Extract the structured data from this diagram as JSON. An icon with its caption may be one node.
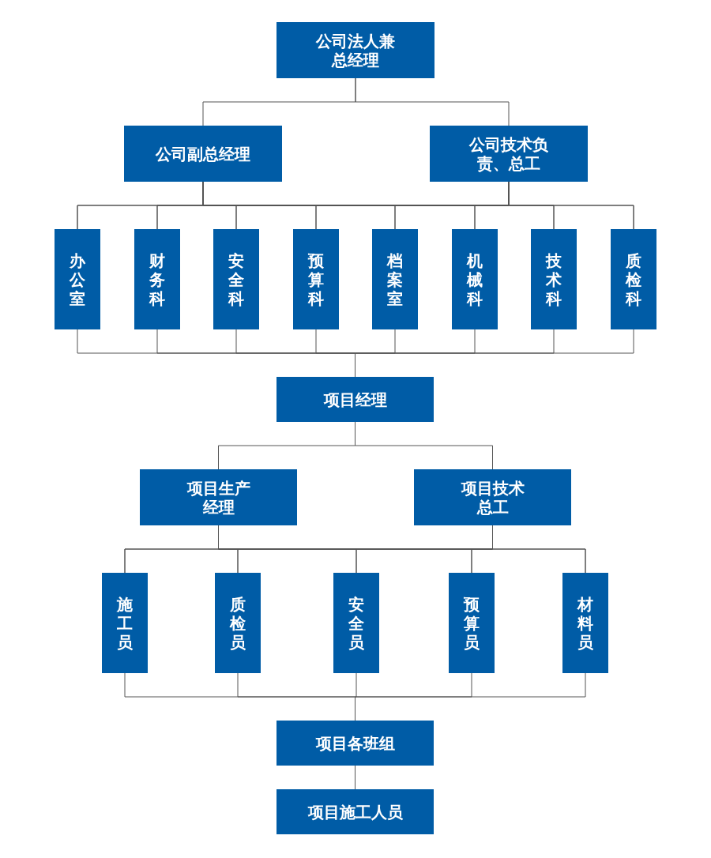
{
  "diagram": {
    "nodes": [
      {
        "text": [
          "公司法人兼总经理"
        ]
      },
      {
        "text": [
          "公司副总经理"
        ]
      },
      {
        "text": [
          "公司技术负责、总工"
        ]
      },
      {
        "text": [
          "办公室"
        ]
      },
      {
        "text": [
          "财务科"
        ]
      },
      {
        "text": [
          "安全科"
        ]
      },
      {
        "text": [
          "预算科"
        ]
      },
      {
        "text": [
          "档案室"
        ]
      },
      {
        "text": [
          "机械科"
        ]
      },
      {
        "text": [
          "技术科"
        ]
      },
      {
        "text": [
          "质检科"
        ]
      },
      {
        "text": [
          "项目经理"
        ]
      },
      {
        "text": [
          "项目生产经理"
        ]
      },
      {
        "text": [
          "项目技术总工"
        ]
      },
      {
        "text": [
          "施工员"
        ]
      },
      {
        "text": [
          "质检员"
        ]
      },
      {
        "text": [
          "安全员"
        ]
      },
      {
        "text": [
          "预算员"
        ]
      },
      {
        "text": [
          "材料员"
        ]
      },
      {
        "text": [
          "项目各班组"
        ]
      },
      {
        "text": [
          "项目施工人员"
        ]
      }
    ],
    "edges": [
      {
        "from": 0,
        "to": 1,
        "arrow": "none"
      },
      {
        "from": 0,
        "to": 2,
        "arrow": "none"
      },
      {
        "from": 1,
        "to": 3,
        "arrow": "none"
      },
      {
        "from": 1,
        "to": 4,
        "arrow": "none"
      },
      {
        "from": 1,
        "to": 5,
        "arrow": "none"
      },
      {
        "from": 1,
        "to": 6,
        "arrow": "none"
      },
      {
        "from": 1,
        "to": 7,
        "arrow": "none"
      },
      {
        "from": 1,
        "to": 8,
        "arrow": "none"
      },
      {
        "from": 1,
        "to": 9,
        "arrow": "none"
      },
      {
        "from": 1,
        "to": 10,
        "arrow": "none"
      },
      {
        "from": 2,
        "to": 3,
        "arrow": "none"
      },
      {
        "from": 2,
        "to": 4,
        "arrow": "none"
      },
      {
        "from": 2,
        "to": 5,
        "arrow": "none"
      },
      {
        "from": 2,
        "to": 6,
        "arrow": "none"
      },
      {
        "from": 2,
        "to": 7,
        "arrow": "none"
      },
      {
        "from": 2,
        "to": 8,
        "arrow": "none"
      },
      {
        "from": 2,
        "to": 9,
        "arrow": "none"
      },
      {
        "from": 2,
        "to": 10,
        "arrow": "none"
      },
      {
        "from": 3,
        "to": 11,
        "arrow": "none"
      },
      {
        "from": 4,
        "to": 11,
        "arrow": "none"
      },
      {
        "from": 5,
        "to": 11,
        "arrow": "none"
      },
      {
        "from": 6,
        "to": 11,
        "arrow": "none"
      },
      {
        "from": 7,
        "to": 11,
        "arrow": "none"
      },
      {
        "from": 8,
        "to": 11,
        "arrow": "none"
      },
      {
        "from": 9,
        "to": 11,
        "arrow": "none"
      },
      {
        "from": 10,
        "to": 11,
        "arrow": "none"
      },
      {
        "from": 11,
        "to": 12,
        "arrow": "none"
      },
      {
        "from": 11,
        "to": 13,
        "arrow": "none"
      },
      {
        "from": 12,
        "to": 14,
        "arrow": "none"
      },
      {
        "from": 12,
        "to": 15,
        "arrow": "none"
      },
      {
        "from": 12,
        "to": 16,
        "arrow": "none"
      },
      {
        "from": 12,
        "to": 17,
        "arrow": "none"
      },
      {
        "from": 12,
        "to": 18,
        "arrow": "none"
      },
      {
        "from": 13,
        "to": 14,
        "arrow": "none"
      },
      {
        "from": 13,
        "to": 15,
        "arrow": "none"
      },
      {
        "from": 13,
        "to": 16,
        "arrow": "none"
      },
      {
        "from": 13,
        "to": 17,
        "arrow": "none"
      },
      {
        "from": 13,
        "to": 18,
        "arrow": "none"
      },
      {
        "from": 14,
        "to": 19,
        "arrow": "none"
      },
      {
        "from": 15,
        "to": 19,
        "arrow": "none"
      },
      {
        "from": 16,
        "to": 19,
        "arrow": "none"
      },
      {
        "from": 17,
        "to": 19,
        "arrow": "none"
      },
      {
        "from": 18,
        "to": 19,
        "arrow": "none"
      },
      {
        "from": 19,
        "to": 20,
        "arrow": "none"
      }
    ]
  }
}
